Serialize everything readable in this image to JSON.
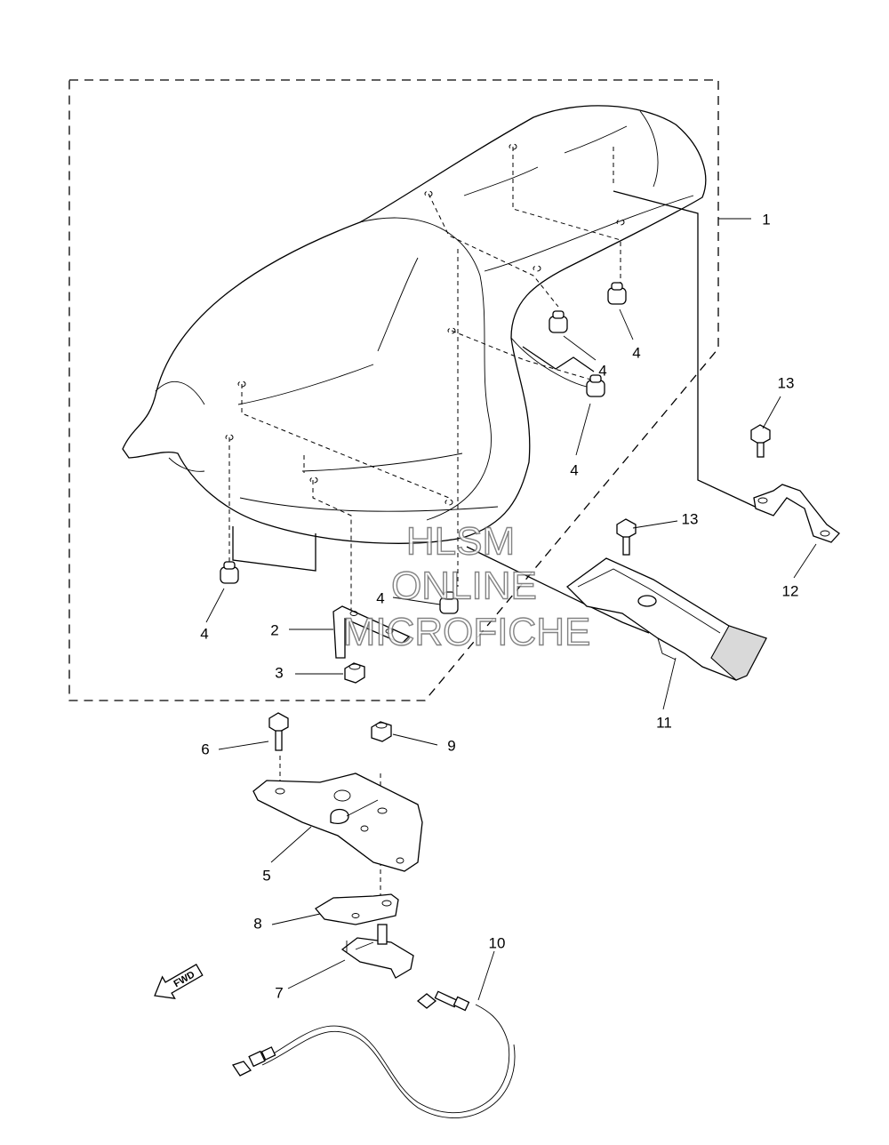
{
  "callouts": [
    {
      "id": "c1",
      "text": "1"
    },
    {
      "id": "c2",
      "text": "2"
    },
    {
      "id": "c3",
      "text": "3"
    },
    {
      "id": "c4a",
      "text": "4"
    },
    {
      "id": "c4b",
      "text": "4"
    },
    {
      "id": "c4c",
      "text": "4"
    },
    {
      "id": "c4d",
      "text": "4"
    },
    {
      "id": "c4e",
      "text": "4"
    },
    {
      "id": "c5",
      "text": "5"
    },
    {
      "id": "c6",
      "text": "6"
    },
    {
      "id": "c7",
      "text": "7"
    },
    {
      "id": "c8",
      "text": "8"
    },
    {
      "id": "c9",
      "text": "9"
    },
    {
      "id": "c10",
      "text": "10"
    },
    {
      "id": "c11",
      "text": "11"
    },
    {
      "id": "c12",
      "text": "12"
    },
    {
      "id": "c13a",
      "text": "13"
    },
    {
      "id": "c13b",
      "text": "13"
    }
  ],
  "watermark": {
    "line1": "HLSM",
    "line2": "ONLINE",
    "line3": "MICROFICHE"
  },
  "direction_marker": {
    "text": "FWD"
  }
}
